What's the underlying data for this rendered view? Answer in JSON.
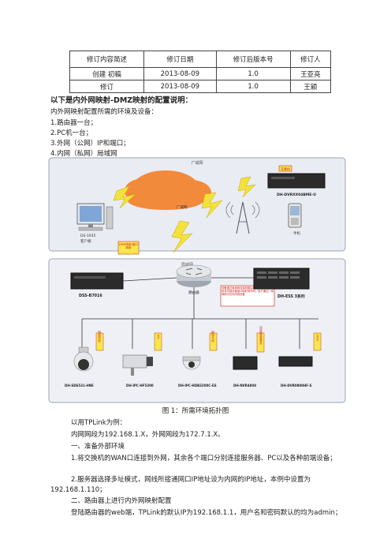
{
  "revision_table": {
    "headers": [
      "修订内容简述",
      "修订日期",
      "修订后版本号",
      "修订人"
    ],
    "rows": [
      [
        "创建 初稿",
        "2013-08-09",
        "1.0",
        "王亚亮"
      ],
      [
        "修订",
        "2013-08-09",
        "1.0",
        "王颖"
      ]
    ]
  },
  "heading": "以下是内外网映射-DMZ映射的配置说明：",
  "intro": "内外网映射配置所需的环境及设备：",
  "list": [
    "1.路由器一台；",
    "2.PC机一台；",
    "3.外网（公网）IP和端口；",
    "4.内网（私网）局域网"
  ],
  "diagram": {
    "wan_label": "广域网",
    "lan_label": "局域网",
    "wan_cloud_label": "广域网",
    "client_label": "客户端",
    "client_name": "DS-1935",
    "mobile_label": "手机",
    "dvr_tag": "车载机",
    "dvr_model": "DH-DVRXX04BME-U",
    "router_label": "路由器",
    "router_note": "DMZ映射/端口映射",
    "server_left_model": "DSS-B7016",
    "server_right_model": "DH-ESS 3系列",
    "note_box": "设备通过局域网连接到路由器，路由器通过映射将内部设备端口映射到外网，用户通过广域网即可访问内网设备",
    "cams": [
      {
        "tag": "网络球机",
        "model": "DH-SD6531-HNE"
      },
      {
        "tag": "IPC",
        "model": "DH-IPC-HF5300"
      },
      {
        "tag": "网络半球",
        "model": "DH-IPC-HDB3200C-ES"
      },
      {
        "tag": "网络硬盘录像机",
        "model": "DH-NVR4808"
      },
      {
        "tag": "DVR",
        "model": "DH-DVR0808HF-S"
      }
    ]
  },
  "caption": "图 1：所需环境拓扑图",
  "example": "以用TPLink为例：",
  "segments": "内网网段为192.168.1.X，外网网段为172.7.1.X。",
  "step1_title": "一、准备外部环境",
  "step1_p1": "1.将交换机的WAN口连接到外网，其余各个端口分别连接服务器、PC以及各种前端设备；",
  "step1_p2": "2.服务器选择多址模式，网线所接通网口IP地址设为内网的IP地址，本例中设置为192.168.1.110；",
  "step2_title": "二、路由器上进行内外网映射配置",
  "step2_p1": "登陆路由器的web端，TPLink的默认IP为192.168.1.1，用户名和密码默认的均为admin；",
  "colors": {
    "wan_bg": "#e9ecf2",
    "lan_bg": "#eef0f5",
    "cloud": "#f28a3c",
    "bolt": "#f4e13a",
    "tag": "#f7e64e",
    "tag_border": "#d23a1f",
    "line": "#333333"
  }
}
